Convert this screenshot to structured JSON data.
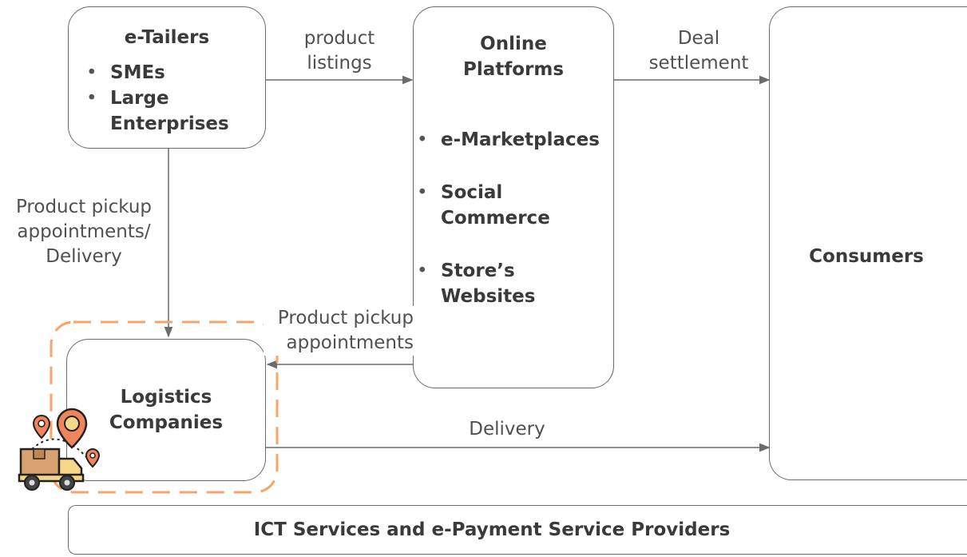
{
  "nodes": {
    "etailers": {
      "title": "e-Tailers",
      "items": [
        "SMEs",
        "Large\nEnterprises"
      ]
    },
    "platforms": {
      "title": "Online\nPlatforms",
      "items": [
        "e-Marketplaces",
        "Social\nCommerce",
        "Store’s\nWebsites"
      ]
    },
    "consumers": {
      "title": "Consumers"
    },
    "logistics": {
      "title": "Logistics\nCompanies"
    },
    "ict": {
      "title": "ICT Services and e-Payment Service Providers"
    }
  },
  "edges": {
    "listings": "product\nlistings",
    "settlement": "Deal\nsettlement",
    "pickup_delivery": "Product pickup\nappointments/\nDelivery",
    "pickup": "Product pickup\nappointments",
    "delivery": "Delivery"
  },
  "icons": {
    "logistics": "delivery-truck-location-icon"
  },
  "colors": {
    "highlight": "#f4a46c",
    "line": "#6b6b6b",
    "icon_box": "#d9a271",
    "icon_pin": "#f0845c"
  }
}
